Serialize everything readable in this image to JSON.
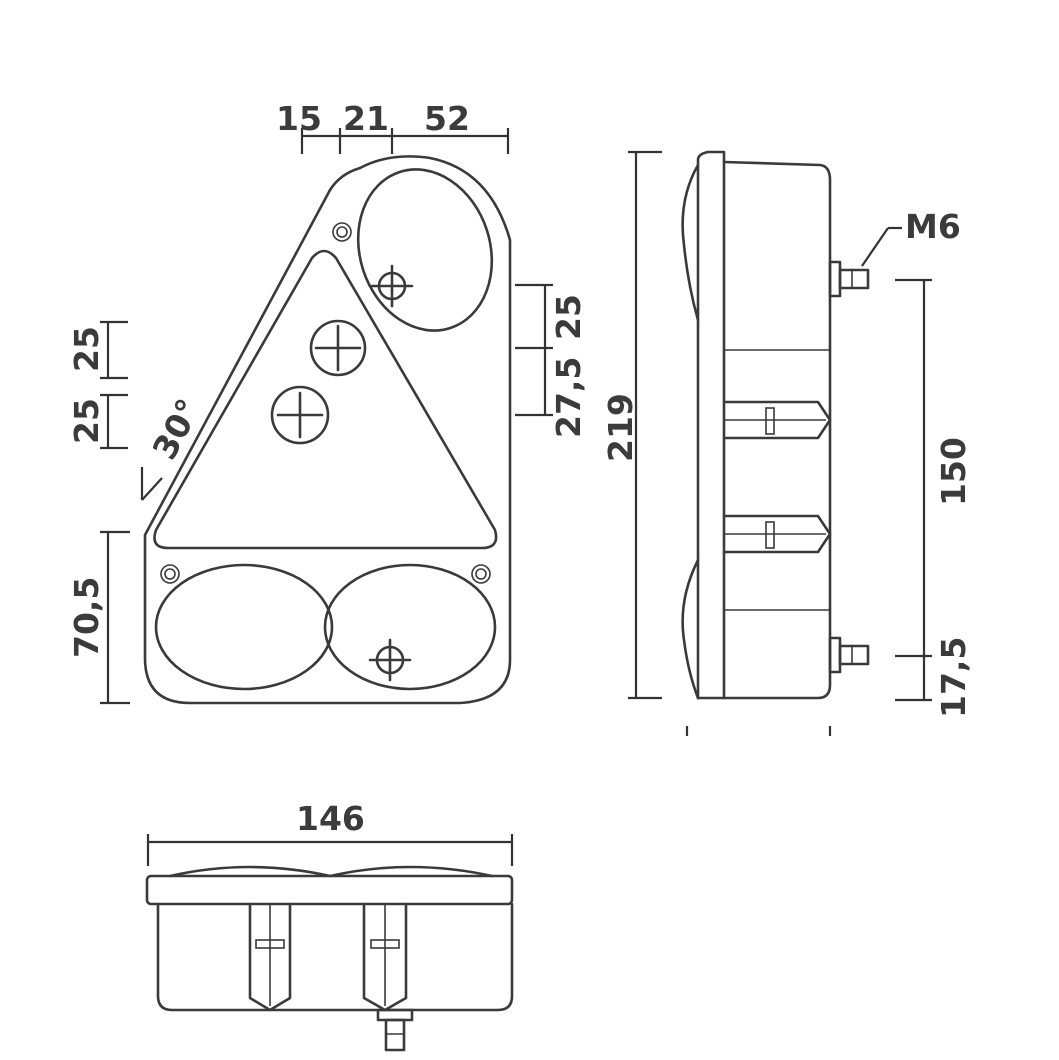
{
  "front_view": {
    "dims": {
      "top_a": "15",
      "top_b": "21",
      "top_c": "52",
      "left_a": "25",
      "left_b": "25",
      "angle": "30°",
      "left_c": "70,5",
      "right_a": "25",
      "right_b": "27,5"
    }
  },
  "side_view": {
    "dims": {
      "height": "219",
      "thread": "M6",
      "bolt_spacing": "150",
      "bolt_offset": "17,5"
    }
  },
  "bottom_view": {
    "dims": {
      "width": "146"
    }
  },
  "colors": {
    "line": "#3a3a3a",
    "text": "#3b3b3b",
    "background": "#ffffff"
  }
}
